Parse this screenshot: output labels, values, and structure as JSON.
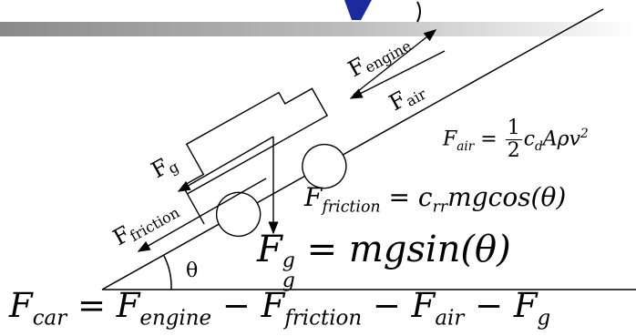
{
  "diagram": {
    "labels": {
      "f_engine": {
        "main": "F",
        "sub": "engine"
      },
      "f_air": {
        "main": "F",
        "sub": "air"
      },
      "f_g": {
        "main": "F",
        "sub": "g"
      },
      "f_friction": {
        "main": "F",
        "sub": "friction"
      },
      "g_marker": "g",
      "theta": "θ"
    },
    "equations": {
      "air": {
        "lhs": "F",
        "lhs_sub": "air",
        "eq": " = ",
        "num": "1",
        "den": "2",
        "rest_c": "c",
        "rest_c_sub": "d",
        "rest_vars": "Aρv",
        "rest_sup": "2"
      },
      "friction": {
        "lhs": "F",
        "lhs_sub": "friction",
        "eq": " = ",
        "c": "c",
        "c_sub": "rr",
        "tail": "mgcos(θ)"
      },
      "gravity": {
        "lhs": "F",
        "lhs_sup": "g",
        "lhs_sub": "g",
        "eq": " = ",
        "tail": "mgsin(θ)"
      },
      "car": {
        "lhs": "F",
        "lhs_sub": "car",
        "t1": "F",
        "t1_sub": "engine",
        "t2": "F",
        "t2_sub": "friction",
        "t3": "F",
        "t3_sub": "air",
        "t4": "F",
        "t4_sub": "g",
        "eq": " = ",
        "minus": " − "
      }
    },
    "colors": {
      "ink": "#000000",
      "header_band": "#9a9a9a",
      "header_glyph": "#1b2a9c"
    }
  }
}
